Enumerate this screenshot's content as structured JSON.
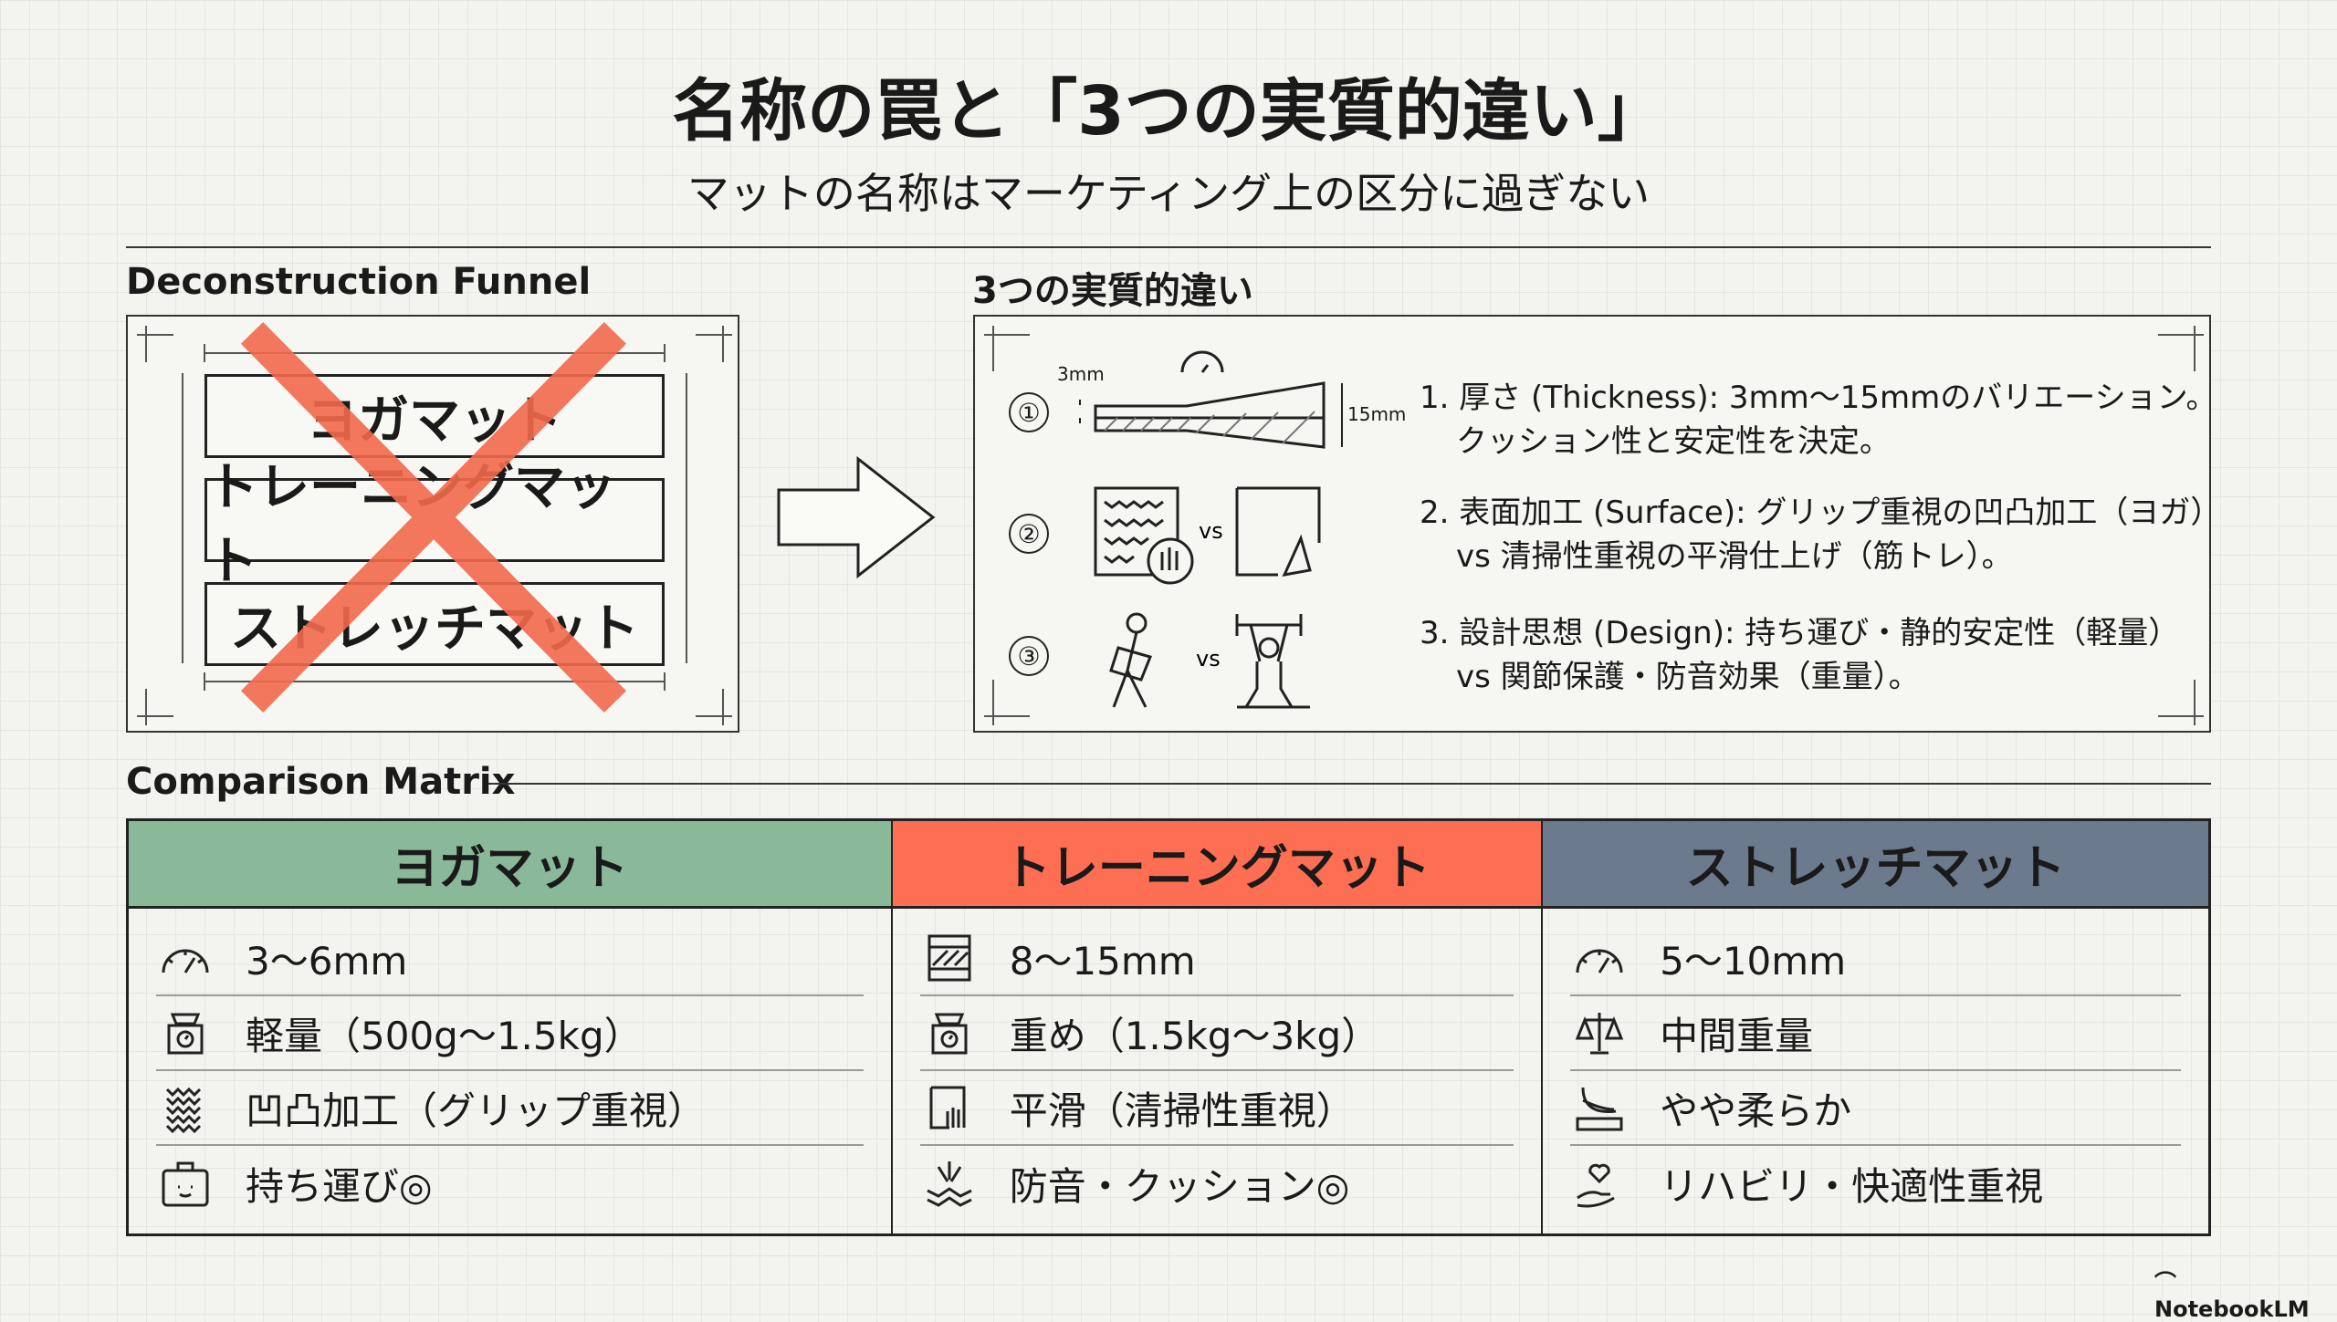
{
  "title": "名称の罠と「3つの実質的違い」",
  "subtitle": "マットの名称はマーケティング上の区分に過ぎない",
  "funnel": {
    "heading": "Deconstruction Funnel",
    "mats": [
      "ヨガマット",
      "トレーニングマット",
      "ストレッチマット"
    ]
  },
  "differences": {
    "heading": "3つの実質的違い",
    "numbers": [
      "①",
      "②",
      "③"
    ],
    "thin_label": "3mm",
    "thick_label": "15mm",
    "vs": "vs",
    "items": [
      {
        "line1": "1. 厚さ (Thickness): 3mm〜15mmのバリエーション。",
        "line2": "クッション性と安定性を決定。"
      },
      {
        "line1": "2. 表面加工 (Surface): グリップ重視の凹凸加工（ヨガ）",
        "line2": "vs 清掃性重視の平滑仕上げ（筋トレ）。"
      },
      {
        "line1": "3. 設計思想 (Design): 持ち運び・静的安定性（軽量）",
        "line2": "vs 関節保護・防音効果（重量）。"
      }
    ]
  },
  "matrix": {
    "heading": "Comparison Matrix",
    "columns": [
      {
        "name": "ヨガマット",
        "color": "#8ab99a",
        "rows": [
          "3〜6mm",
          "軽量（500g〜1.5kg）",
          "凹凸加工（グリップ重視）",
          "持ち運び◎"
        ],
        "icons": [
          "gauge-icon",
          "scale-icon",
          "texture-icon",
          "bag-icon"
        ]
      },
      {
        "name": "トレーニングマット",
        "color": "#fe6e52",
        "rows": [
          "8〜15mm",
          "重め（1.5kg〜3kg）",
          "平滑（清掃性重視）",
          "防音・クッション◎"
        ],
        "icons": [
          "thick-layer-icon",
          "scale-icon",
          "wipe-icon",
          "impact-icon"
        ]
      },
      {
        "name": "ストレッチマット",
        "color": "#6c7a8d",
        "rows": [
          "5〜10mm",
          "中間重量",
          "やや柔らか",
          "リハビリ・快適性重視"
        ],
        "icons": [
          "gauge-icon",
          "balance-icon",
          "soft-icon",
          "heart-hand-icon"
        ]
      }
    ]
  },
  "brand": "NotebookLM"
}
